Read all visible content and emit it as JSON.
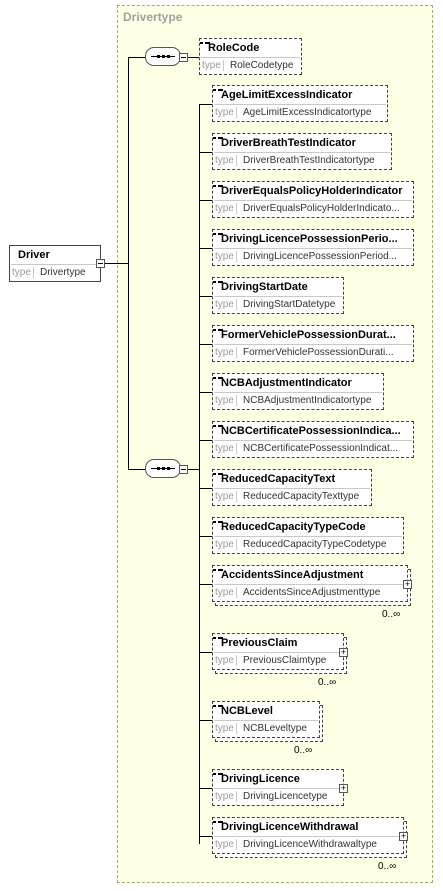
{
  "root": {
    "name": "Driver",
    "type_label": "type",
    "type": "Drivertype"
  },
  "container_title": "Drivertype",
  "first_group": [
    {
      "name": "RoleCode",
      "type": "RoleCodetype"
    }
  ],
  "second_group": [
    {
      "name": "AgeLimitExcessIndicator",
      "type": "AgeLimitExcessIndicatortype"
    },
    {
      "name": "DriverBreathTestIndicator",
      "type": "DriverBreathTestIndicatortype"
    },
    {
      "name": "DriverEqualsPolicyHolderIndicator",
      "type": "DriverEqualsPolicyHolderIndicato..."
    },
    {
      "name": "DrivingLicencePossessionPerio...",
      "type": "DrivingLicencePossessionPeriod..."
    },
    {
      "name": "DrivingStartDate",
      "type": "DrivingStartDatetype"
    },
    {
      "name": "FormerVehiclePossessionDurat...",
      "type": "FormerVehiclePossessionDurati..."
    },
    {
      "name": "NCBAdjustmentIndicator",
      "type": "NCBAdjustmentIndicatortype"
    },
    {
      "name": "NCBCertificatePossessionIndica...",
      "type": "NCBCertificatePossessionIndicat..."
    },
    {
      "name": "ReducedCapacityText",
      "type": "ReducedCapacityTexttype"
    },
    {
      "name": "ReducedCapacityTypeCode",
      "type": "ReducedCapacityTypeCodetype"
    },
    {
      "name": "AccidentsSinceAdjustment",
      "type": "AccidentsSinceAdjustmenttype",
      "cardinality": "0..∞"
    },
    {
      "name": "PreviousClaim",
      "type": "PreviousClaimtype",
      "cardinality": "0..∞"
    },
    {
      "name": "NCBLevel",
      "type": "NCBLeveltype",
      "cardinality": "0..∞"
    },
    {
      "name": "DrivingLicence",
      "type": "DrivingLicencetype"
    },
    {
      "name": "DrivingLicenceWithdrawal",
      "type": "DrivingLicenceWithdrawaltype",
      "cardinality": "0..∞"
    }
  ],
  "type_label": "type",
  "colors": {
    "container_bg": "#ffffe6",
    "container_border": "#a8a878",
    "title": "#a0a0a0"
  }
}
